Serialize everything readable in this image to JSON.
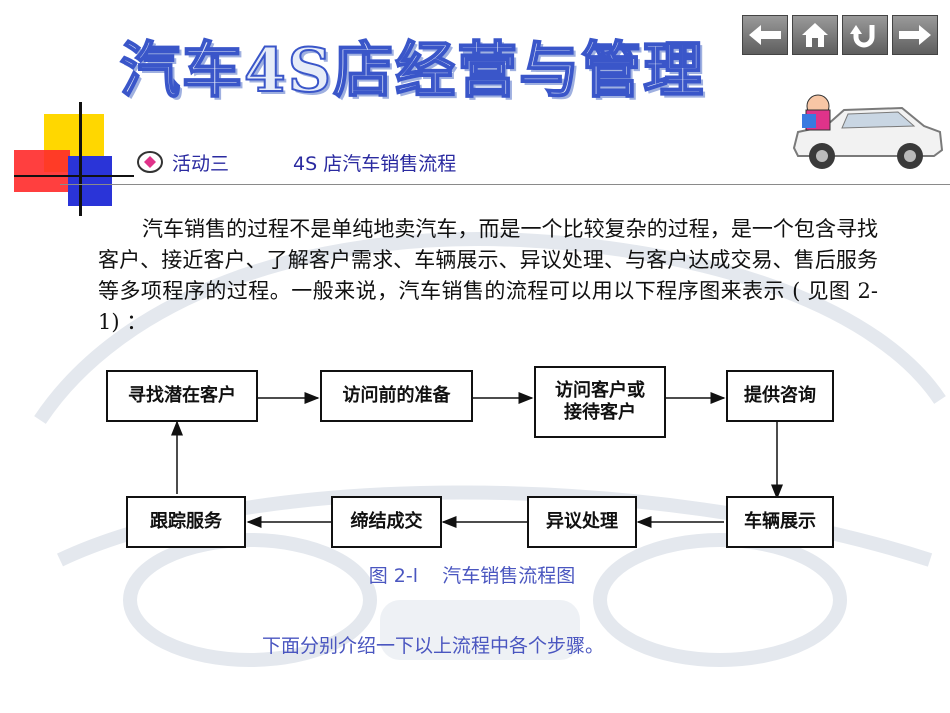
{
  "header": {
    "title": "汽车4S店经营与管理"
  },
  "nav": [
    {
      "name": "prev",
      "icon": "arrow-left-icon"
    },
    {
      "name": "home",
      "icon": "home-icon"
    },
    {
      "name": "return",
      "icon": "return-icon"
    },
    {
      "name": "next",
      "icon": "arrow-right-icon"
    }
  ],
  "section": {
    "activity": "活动三",
    "topic": "4S 店汽车销售流程"
  },
  "paragraph": "汽车销售的过程不是单纯地卖汽车，而是一个比较复杂的过程，是一个包含寻找客户、接近客户、了解客户需求、车辆展示、异议处理、与客户达成交易、售后服务等多项程序的过程。一般来说，汽车销售的流程可以用以下程序图来表示 ( 见图 2-1) ：",
  "diagram": {
    "nodes": [
      {
        "id": "n1",
        "label": "寻找潜在客户"
      },
      {
        "id": "n2",
        "label": "访问前的准备"
      },
      {
        "id": "n3",
        "label": "访问客户或接待客户"
      },
      {
        "id": "n4",
        "label": "提供咨询"
      },
      {
        "id": "n5",
        "label": "车辆展示"
      },
      {
        "id": "n6",
        "label": "异议处理"
      },
      {
        "id": "n7",
        "label": "缔结成交"
      },
      {
        "id": "n8",
        "label": "跟踪服务"
      }
    ],
    "edges": [
      {
        "from": "n1",
        "to": "n2"
      },
      {
        "from": "n2",
        "to": "n3"
      },
      {
        "from": "n3",
        "to": "n4"
      },
      {
        "from": "n4",
        "to": "n5"
      },
      {
        "from": "n5",
        "to": "n6"
      },
      {
        "from": "n6",
        "to": "n7"
      },
      {
        "from": "n7",
        "to": "n8"
      },
      {
        "from": "n8",
        "to": "n1"
      }
    ]
  },
  "caption": {
    "figure": "图 2-l",
    "text": "汽车销售流程图"
  },
  "footer": "下面分别介绍一下以上流程中各个步骤。",
  "colors": {
    "title_stroke": "#3a56c9",
    "accent_text": "#2a2aa0",
    "caption": "#4a56c0",
    "deco_yellow": "#ffd700",
    "deco_red": "#ff2a2a",
    "deco_blue": "#2a34d8"
  }
}
